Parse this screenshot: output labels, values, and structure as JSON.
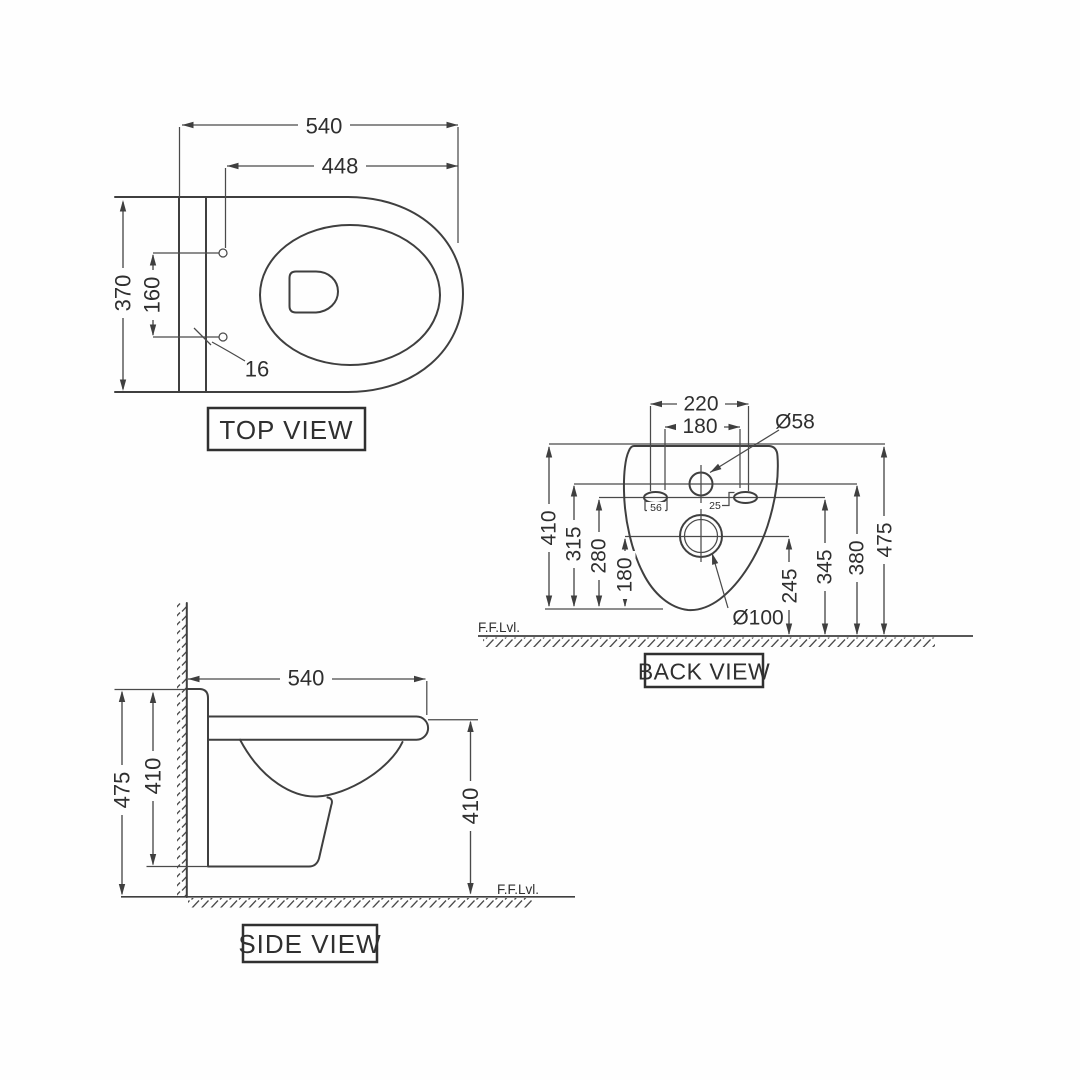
{
  "views": {
    "top": {
      "label": "TOP VIEW",
      "width": "540",
      "seat_length": "448",
      "depth": "370",
      "hinge_spacing": "160",
      "hinge_hole": "16"
    },
    "back": {
      "label": "BACK VIEW",
      "floor_level": "F.F.Lvl.",
      "bolt_spacing_outer": "220",
      "bolt_spacing_inner": "180",
      "inlet_dia": "Ø58",
      "hole_left": "56",
      "hole_right": "25",
      "h410": "410",
      "h315": "315",
      "h280": "280",
      "h180": "180",
      "h245": "245",
      "h345": "345",
      "h380": "380",
      "h475": "475",
      "outlet_dia": "Ø100"
    },
    "side": {
      "label": "SIDE VIEW",
      "floor_level": "F.F.Lvl.",
      "depth": "540",
      "h475": "475",
      "h410_back": "410",
      "h410_front": "410"
    }
  }
}
